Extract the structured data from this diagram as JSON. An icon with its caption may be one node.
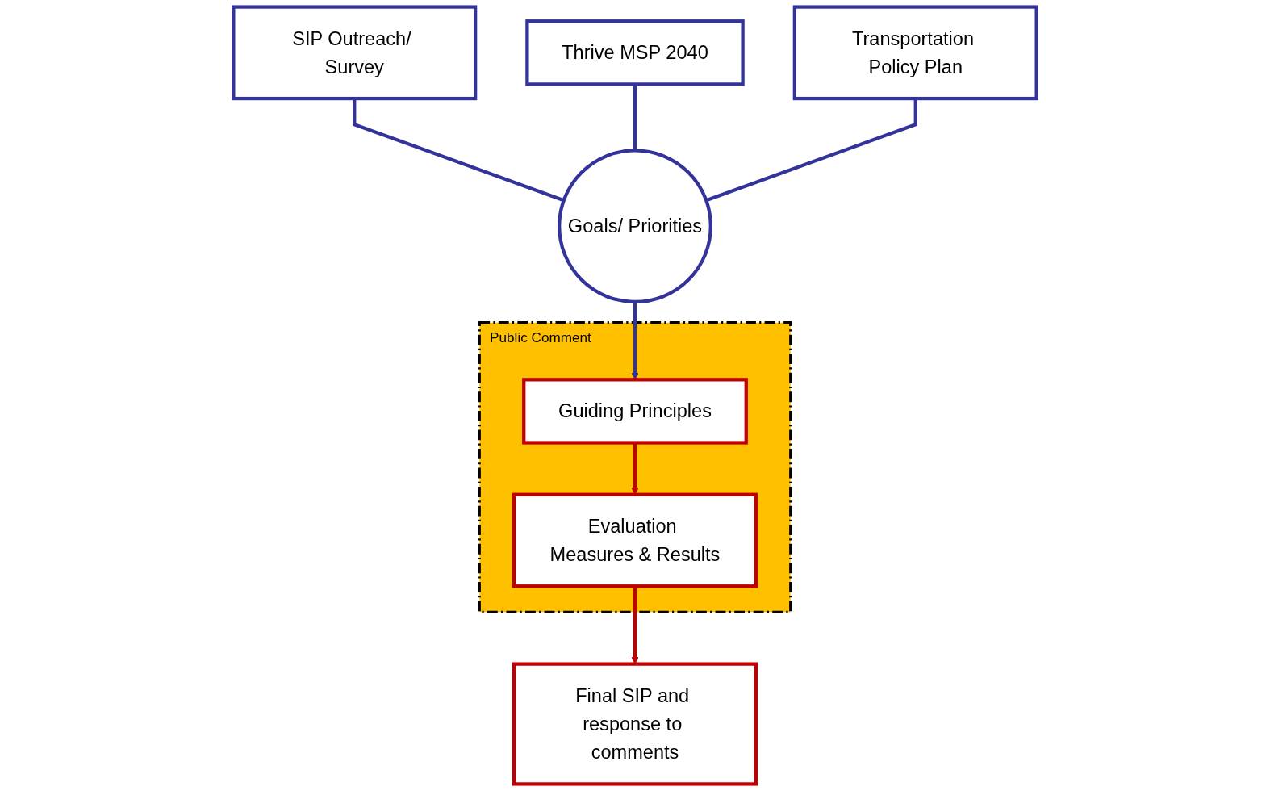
{
  "diagram": {
    "nodes": [
      {
        "text": [
          "SIP Outreach/ Survey"
        ]
      },
      {
        "text": [
          "Thrive MSP 2040"
        ]
      },
      {
        "text": [
          "Transportation Policy Plan"
        ]
      },
      {
        "text": [
          "Goals/ Priorities"
        ]
      },
      {
        "text": [
          "Public Comment"
        ]
      },
      {
        "text": [
          "Guiding Principles"
        ],
        "in": 4
      },
      {
        "text": [
          "Evaluation Measures & Results"
        ],
        "in": 4
      },
      {
        "text": [
          "Final SIP and response to comments"
        ]
      }
    ],
    "edges": [
      {
        "from": 0,
        "to": 3,
        "arrow": "none"
      },
      {
        "from": 1,
        "to": 3,
        "arrow": "none"
      },
      {
        "from": 2,
        "to": 3,
        "arrow": "none"
      },
      {
        "from": 3,
        "to": 5,
        "arrow": "to"
      },
      {
        "from": 5,
        "to": 6,
        "arrow": "to",
        "color": "#c00000"
      },
      {
        "from": 6,
        "to": 7,
        "arrow": "to",
        "color": "#c00000"
      }
    ]
  }
}
